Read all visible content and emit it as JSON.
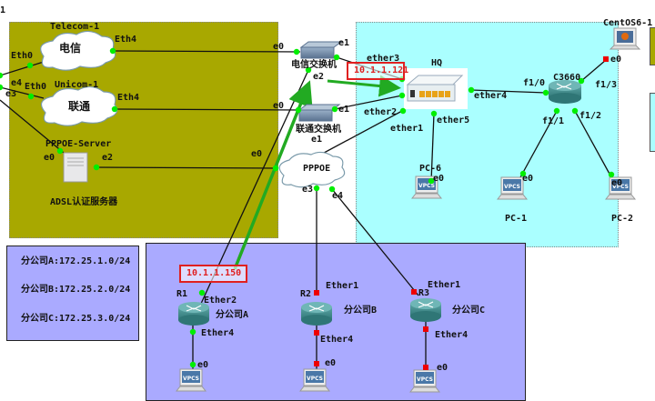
{
  "corner_label": "1",
  "zones": {
    "isp_zone_color": "#a8a800",
    "hq_zone_color": "#aaffff",
    "branch_zone_color": "#aaaaff",
    "legend_zone_color": "#aaaaff"
  },
  "nodes": {
    "telecom": {
      "title": "Telecom-1",
      "label": "电信"
    },
    "unicom": {
      "title": "Unicom-1",
      "label": "联通"
    },
    "pppoe_server": {
      "title": "PPPOE-Server",
      "caption": "ADSL认证服务器"
    },
    "telecom_switch": {
      "label": "电信交换机"
    },
    "unicom_switch": {
      "label": "联通交换机"
    },
    "pppoe_cloud": {
      "label": "PPPOE"
    },
    "hq": {
      "label": "HQ"
    },
    "c3660": {
      "label": "C3660"
    },
    "centos": {
      "label": "CentOS6-1"
    },
    "pc6": {
      "label": "PC-6",
      "icon_text": "VPCS"
    },
    "pc1": {
      "label": "PC-1",
      "icon_text": "VPCS"
    },
    "pc2": {
      "label": "PC-2",
      "icon_text": "VPCS"
    },
    "r1": {
      "label": "R1",
      "caption": "分公司A"
    },
    "r2": {
      "label": "R2",
      "caption": "分公司B"
    },
    "r3": {
      "label": "R3",
      "caption": "分公司C"
    },
    "vpcs_a": {
      "icon_text": "VPCS"
    },
    "vpcs_b": {
      "icon_text": "VPCS"
    },
    "vpcs_c": {
      "icon_text": "VPCS"
    }
  },
  "ports": {
    "tel_eth0": "Eth0",
    "tel_eth4": "Eth4",
    "uni_eth0": "Eth0",
    "uni_eth4": "Eth4",
    "left_e4": "e4",
    "left_e3": "e3",
    "srv_e0": "e0",
    "srv_e2": "e2",
    "tsw_e0": "e0",
    "tsw_e1": "e1",
    "tsw_e2": "e2",
    "usw_e0": "e0",
    "usw_e1a": "e1",
    "usw_e1b": "e1",
    "pppoe_e0": "e0",
    "pppoe_e3": "e3",
    "pppoe_e4": "e4",
    "hq_ether3": "ether3",
    "hq_ether2": "ether2",
    "hq_ether1": "ether1",
    "hq_ether4": "ether4",
    "hq_ether5": "ether5",
    "c_f10": "f1/0",
    "c_f11": "f1/1",
    "c_f12": "f1/2",
    "c_f13": "f1/3",
    "centos_e0": "e0",
    "pc6_e0": "e0",
    "pc1_e0": "e0",
    "pc2_e0": "e0",
    "r1_ether2": "Ether2",
    "r1_ether4": "Ether4",
    "va_e0": "e0",
    "r2_ether1": "Ether1",
    "r2_ether4": "Ether4",
    "vb_e0": "e0",
    "r3_ether1": "Ether1",
    "r3_ether4": "Ether4",
    "vc_e0": "e0"
  },
  "ip_labels": {
    "hq_ip": "10.1.1.121",
    "r1_ip": "10.1.1.150"
  },
  "legend": {
    "lines": [
      "分公司A:172.25.1.0/24",
      "分公司B:172.25.2.0/24",
      "分公司C:172.25.3.0/24"
    ]
  },
  "colors": {
    "link_up": "#00ee00",
    "link_down": "#ee0000",
    "ip_border": "#e02020",
    "arrow": "#22aa22"
  }
}
